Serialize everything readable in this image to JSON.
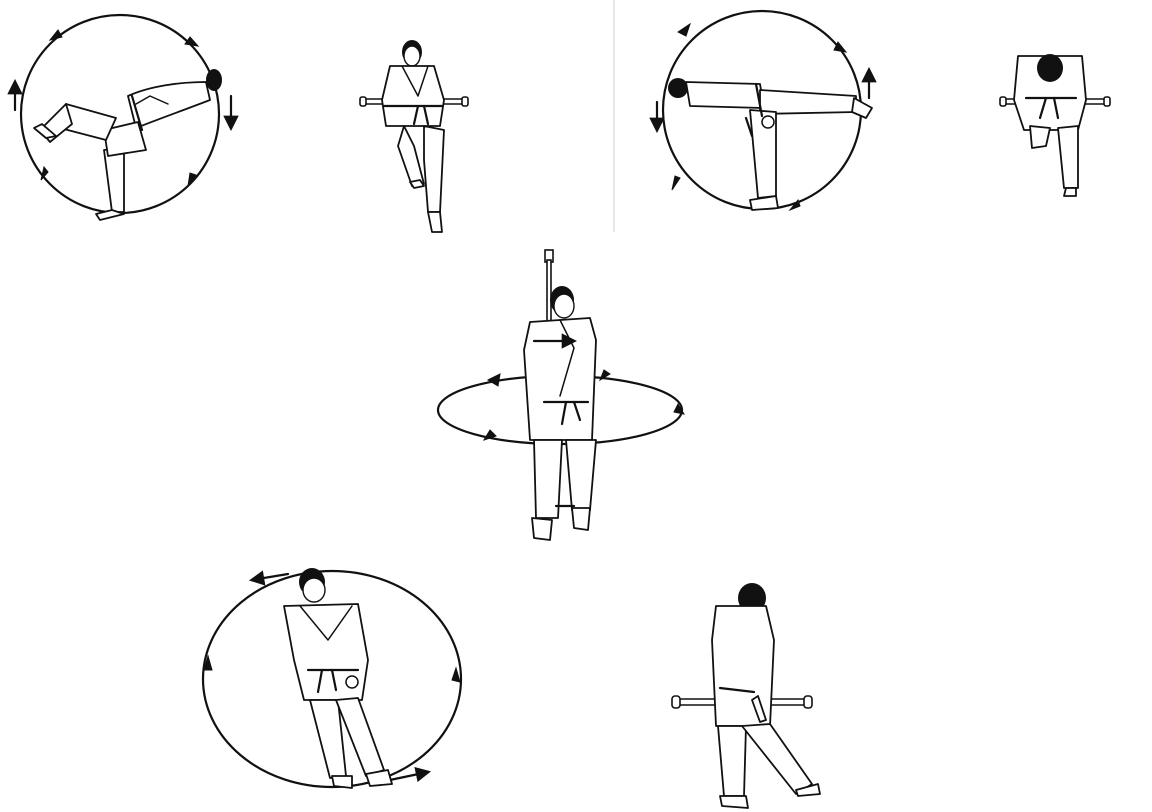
{
  "figure": {
    "panels": [
      {
        "id": "axis-sagittal-side-view",
        "icon": "kick-in-vertical-rotation-circle"
      },
      {
        "id": "axis-sagittal-front-view",
        "icon": "rod-through-hips-front-view"
      },
      {
        "id": "axis-transverse-side-view",
        "icon": "balance-in-vertical-rotation-circle"
      },
      {
        "id": "axis-transverse-back-view",
        "icon": "rod-through-hips-back-view"
      },
      {
        "id": "axis-vertical-rotation",
        "icon": "vertical-axis-horizontal-ring"
      },
      {
        "id": "axis-frontal-front-view",
        "icon": "step-in-frontal-rotation-ellipse"
      },
      {
        "id": "axis-frontal-side-view",
        "icon": "rod-through-hips-side-view"
      }
    ],
    "colors": {
      "ink": "#111111",
      "background": "#ffffff",
      "divider": "#cccccc"
    }
  }
}
